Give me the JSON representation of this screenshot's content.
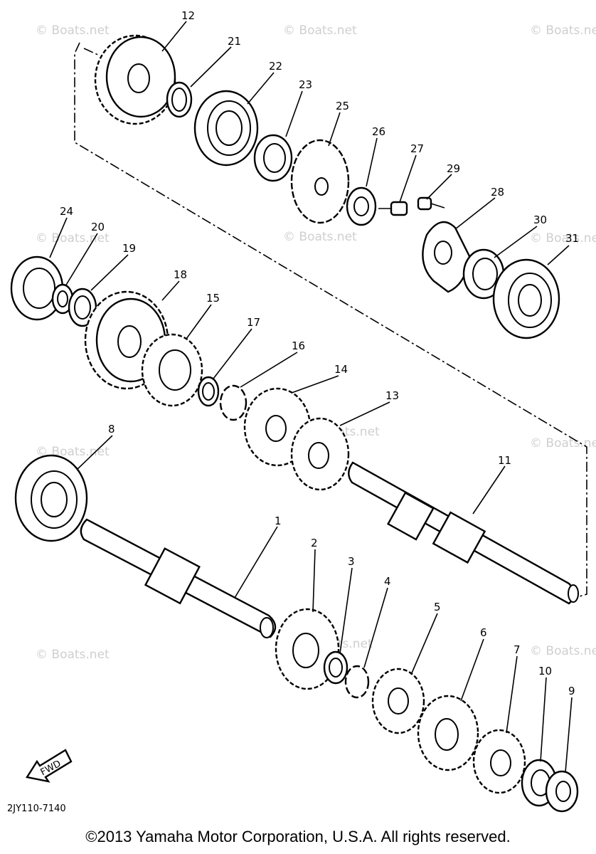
{
  "diagram": {
    "watermark": "© Boats.net",
    "part_code": "2JY110-7140",
    "fwd_label": "FWD",
    "labels": {
      "p1": "1",
      "p2": "2",
      "p3": "3",
      "p4": "4",
      "p5": "5",
      "p6": "6",
      "p7": "7",
      "p8": "8",
      "p9": "9",
      "p10": "10",
      "p11": "11",
      "p12": "12",
      "p13": "13",
      "p14": "14",
      "p15": "15",
      "p16": "16",
      "p17": "17",
      "p18": "18",
      "p19": "19",
      "p20": "20",
      "p21": "21",
      "p22": "22",
      "p23": "23",
      "p24": "24",
      "p25": "25",
      "p26": "26",
      "p27": "27",
      "p28": "28",
      "p29": "29",
      "p30": "30",
      "p31": "31"
    }
  },
  "footer": {
    "copyright": "©2013 Yamaha Motor Corporation, U.S.A. All rights reserved."
  }
}
